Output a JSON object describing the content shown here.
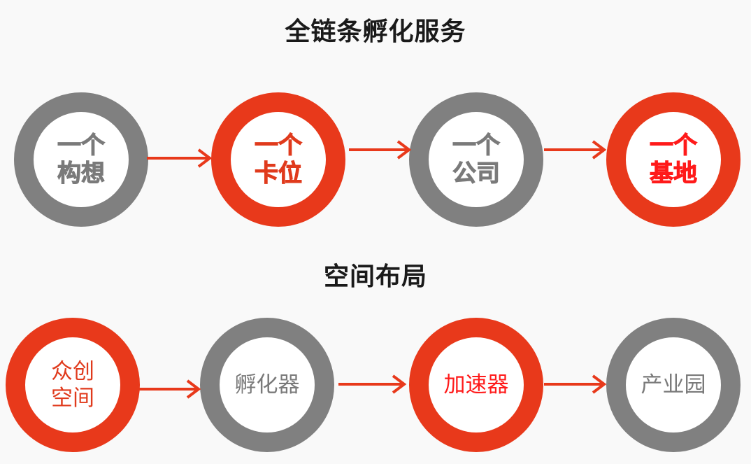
{
  "titles": {
    "chain": "全链条孵化服务",
    "space": "空间布局"
  },
  "colors": {
    "red": "#e8391b",
    "gray": "#808080",
    "accent_text": "#ff1a1a"
  },
  "row1": [
    {
      "line1": "一个",
      "line2": "构想",
      "ring": "gray"
    },
    {
      "line1": "一个",
      "line2": "卡位",
      "ring": "red"
    },
    {
      "line1": "一个",
      "line2": "公司",
      "ring": "gray"
    },
    {
      "line1": "一个",
      "line2": "基地",
      "ring": "red"
    }
  ],
  "row2": [
    {
      "line1": "众创",
      "line2": "空间",
      "ring": "red"
    },
    {
      "text": "孵化器",
      "ring": "gray"
    },
    {
      "text": "加速器",
      "ring": "red"
    },
    {
      "text": "产业园",
      "ring": "gray"
    }
  ]
}
